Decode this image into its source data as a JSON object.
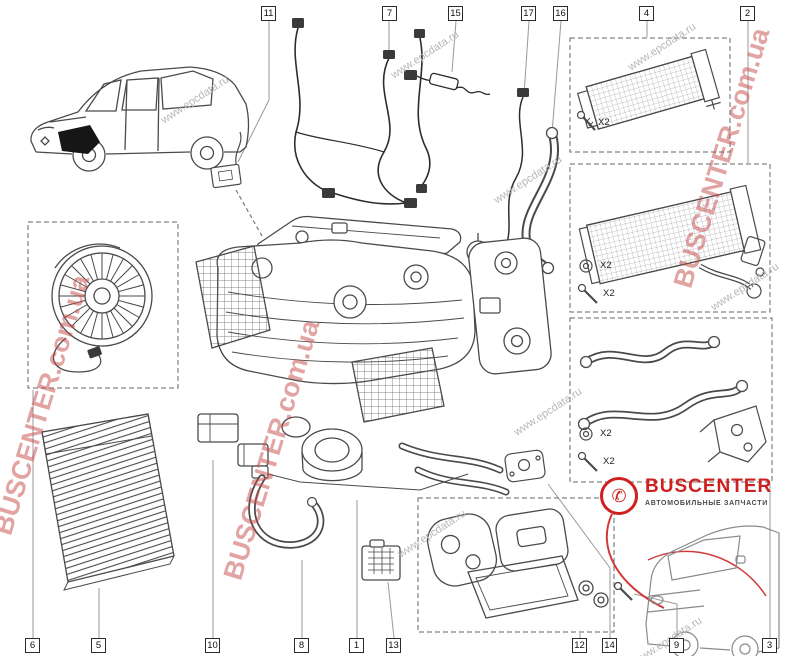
{
  "watermarks": {
    "shop": "BUSCENTER.com.ua",
    "catalog": "www.epcdata.ru"
  },
  "callouts": {
    "top": [
      "11",
      "7",
      "15",
      "17",
      "16",
      "4",
      "2"
    ],
    "bottom": [
      "6",
      "5",
      "10",
      "8",
      "1",
      "13",
      "12",
      "14",
      "9",
      "3"
    ]
  },
  "annotations": {
    "qty": [
      "X2",
      "X2",
      "X2",
      "X2",
      "X2"
    ]
  },
  "logo": {
    "brand": "BUSCENTER",
    "tagline": "АВТОМОБИЛЬНЫЕ ЗАПЧАСТИ"
  },
  "icons": {
    "phone": "✆"
  }
}
